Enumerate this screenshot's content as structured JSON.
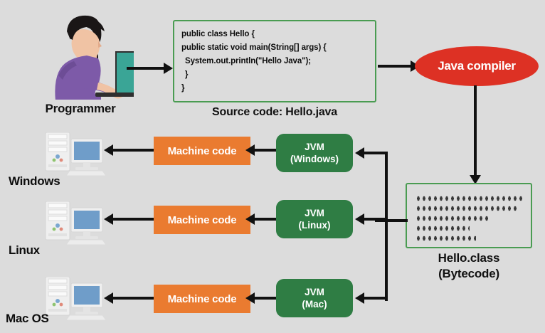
{
  "diagram": {
    "title": "Java compilation and execution flow",
    "background_color": "#dcdcdc",
    "colors": {
      "green_box_border": "#4a9c52",
      "jvm_green": "#2f7d44",
      "machine_code_orange": "#ea7b30",
      "compiler_red": "#dd3124",
      "arrow_black": "#111111",
      "programmer_shirt_purple": "#7d5aa8",
      "laptop_screen_teal": "#3aa596"
    }
  },
  "programmer": {
    "label": "Programmer",
    "icon": "person-at-laptop-illustration"
  },
  "source_code": {
    "caption": "Source code: Hello.java",
    "lines": [
      "public class Hello {",
      "public static void main(String[] args) {",
      "System.out.println(\"Hello Java\");",
      "}",
      "}"
    ]
  },
  "compiler": {
    "label": "Java compiler"
  },
  "bytecode": {
    "caption_line1": "Hello.class",
    "caption_line2": "(Bytecode)",
    "dot_row_widths": [
      "100%",
      "93%",
      "67%",
      "50%",
      "56%"
    ]
  },
  "platforms": [
    {
      "os_label": "Windows",
      "machine_code_label": "Machine code",
      "jvm_line1": "JVM",
      "jvm_line2": "(Windows)",
      "computer_icon": "desktop-computer-icon"
    },
    {
      "os_label": "Linux",
      "machine_code_label": "Machine code",
      "jvm_line1": "JVM",
      "jvm_line2": "(Linux)",
      "computer_icon": "desktop-computer-icon"
    },
    {
      "os_label": "Mac OS",
      "machine_code_label": "Machine code",
      "jvm_line1": "JVM",
      "jvm_line2": "(Mac)",
      "computer_icon": "desktop-computer-icon"
    }
  ]
}
